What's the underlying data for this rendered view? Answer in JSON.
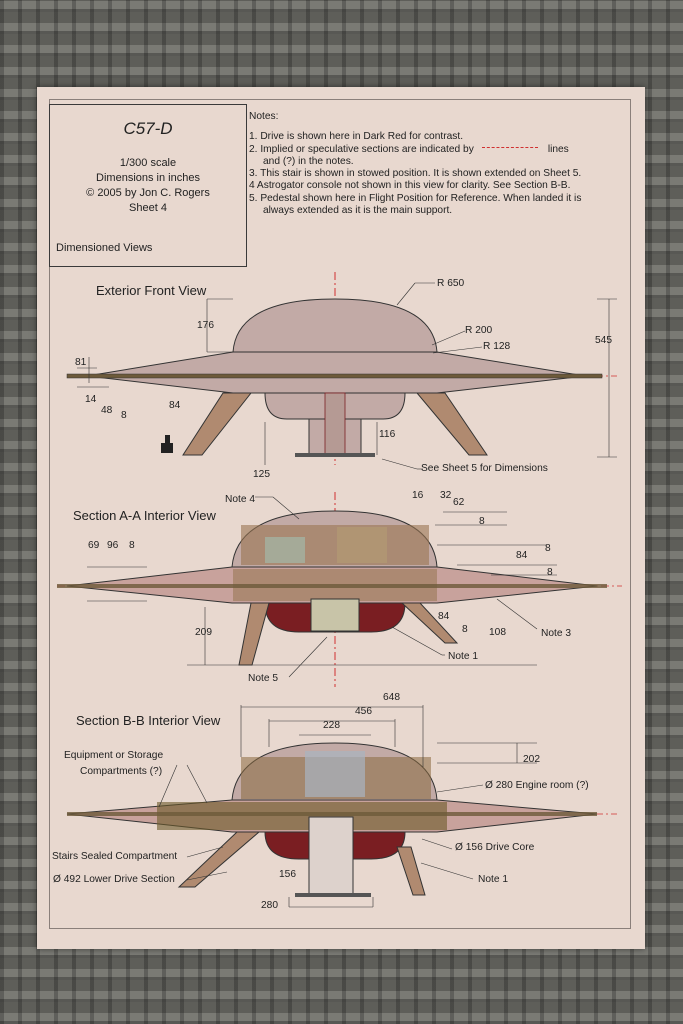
{
  "title_block": {
    "model": "C57-D",
    "scale": "1/300 scale",
    "units": "Dimensions in inches",
    "copyright": "© 2005 by Jon C. Rogers",
    "sheet": "Sheet 4",
    "subtitle": "Dimensioned Views"
  },
  "notes": {
    "heading": "Notes:",
    "items": [
      "1. Drive is shown here in Dark Red for contrast.",
      "2. Implied or speculative sections are indicated by",
      "lines",
      "and (?) in the notes.",
      "3. This stair is shown in stowed position. It is shown extended on Sheet 5.",
      "4  Astrogator console not shown in this view for clarity. See Section B-B.",
      "5. Pedestal shown here in Flight Position for Reference.  When landed it is",
      "always extended as it is the main support."
    ]
  },
  "views": {
    "front": {
      "title": "Exterior Front View",
      "labels": [
        "R 650",
        "R 200",
        "R 128",
        "176",
        "545",
        "81",
        "14",
        "48",
        "8",
        "84",
        "116",
        "125"
      ],
      "callout": "See Sheet 5 for Dimensions"
    },
    "section_aa": {
      "title": "Section A-A Interior View",
      "labels": [
        "16",
        "32",
        "62",
        "8",
        "69",
        "96",
        "8",
        "8",
        "84",
        "8",
        "84",
        "8",
        "108",
        "209"
      ],
      "notes": [
        "Note 4",
        "Note 3",
        "Note 1",
        "Note 5"
      ]
    },
    "section_bb": {
      "title": "Section B-B Interior View",
      "labels": [
        "648",
        "456",
        "228",
        "202",
        "156",
        "280"
      ],
      "callouts": [
        "Equipment or Storage",
        "Compartments (?)",
        "Ø 280 Engine room (?)",
        "Ø 156 Drive Core",
        "Stairs Sealed Compartment",
        "Note 1",
        "Ø 492 Lower Drive Section"
      ]
    }
  },
  "colors": {
    "paper": "#e8d8cf",
    "hull": "#c2aaa6",
    "drive": "#7a1e22",
    "centerline": "#d03030",
    "interior": "#8a6a40"
  }
}
